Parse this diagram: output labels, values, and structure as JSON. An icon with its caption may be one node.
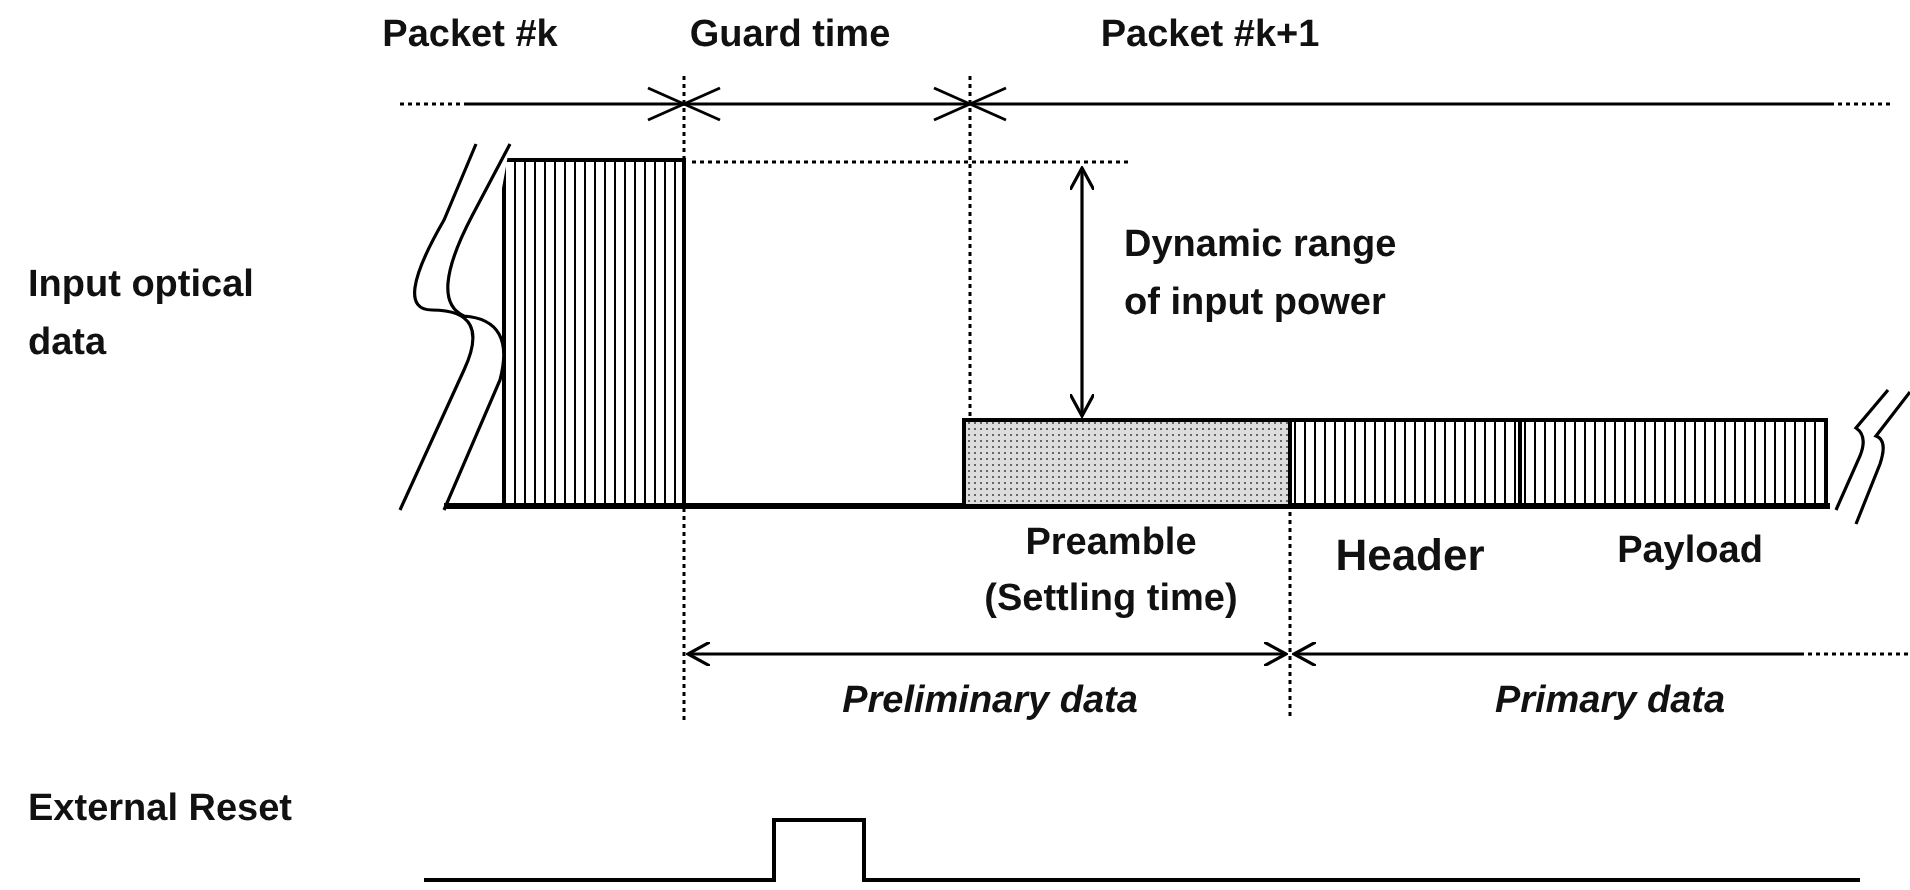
{
  "diagram": {
    "labels": [
      "Packet #k",
      "Guard time",
      "Packet #k+1",
      "Input optical data",
      "Dynamic range of input power",
      "Preamble (Settling time)",
      "Header",
      "Payload",
      "Preliminary data",
      "Primary data",
      "External Reset"
    ]
  }
}
